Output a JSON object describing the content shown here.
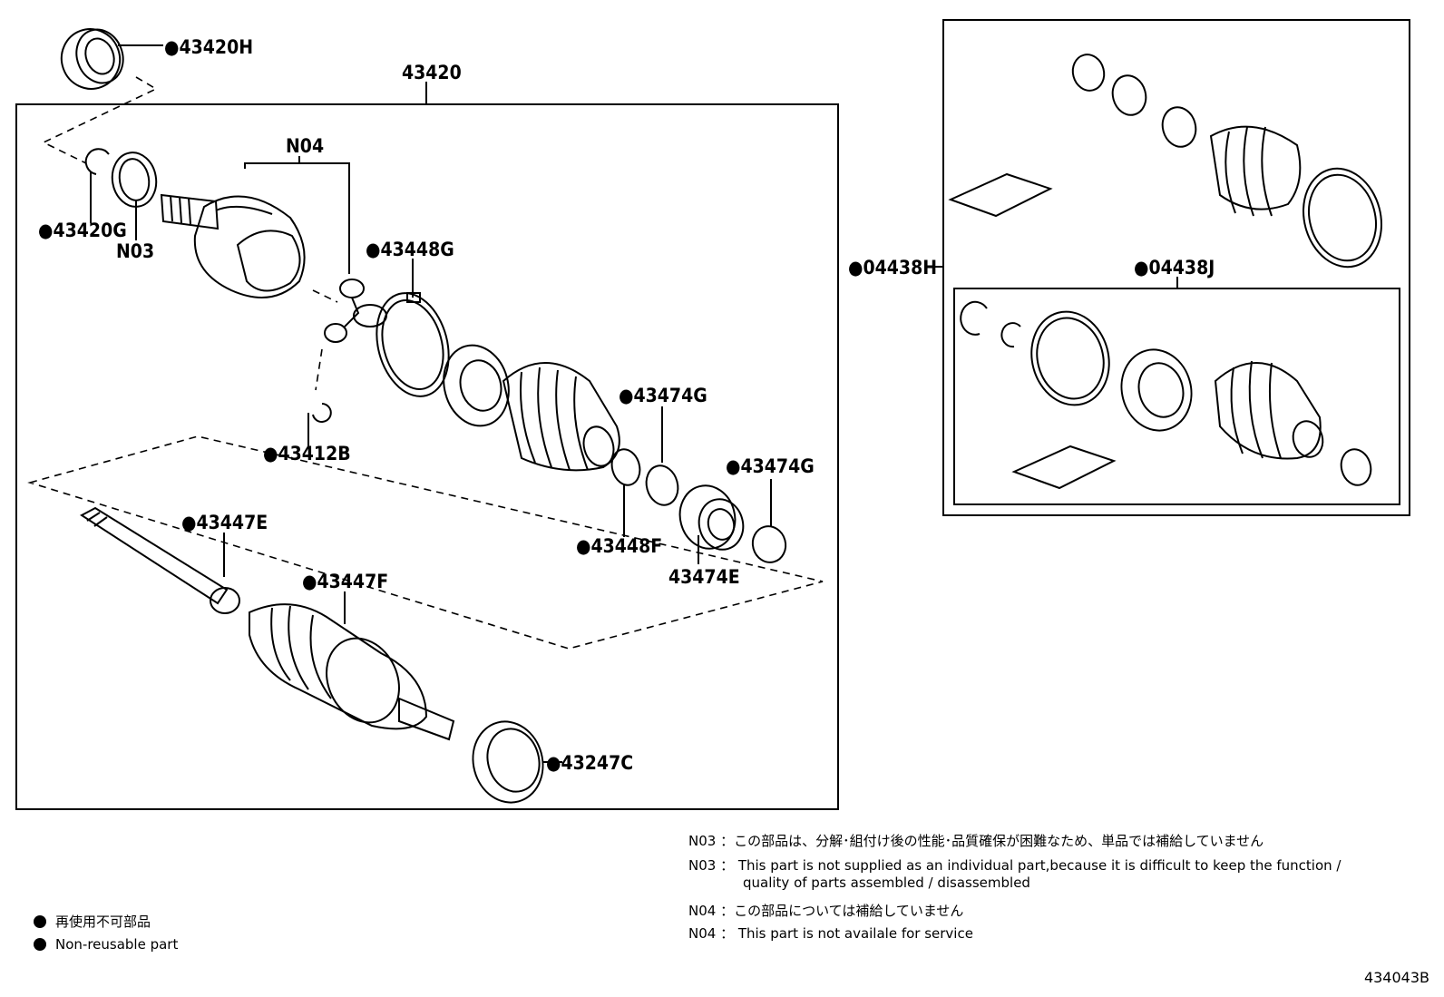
{
  "labels": {
    "l43420H": "●43420H",
    "l43420": "43420",
    "lN04": "N04",
    "l43420G": "●43420G",
    "lN03": "N03",
    "l43448G": "●43448G",
    "l43412B": "●43412B",
    "l43474G_1": "●43474G",
    "l43474G_2": "●43474G",
    "l43448F": "●43448F",
    "l43474E": "43474E",
    "l43447E": "●43447E",
    "l43447F": "●43447F",
    "l43247C": "●43247C",
    "l04438H": "●04438H",
    "l04438J": "●04438J"
  },
  "notes": {
    "n03_jp": "N03 ：この部品は、分解･組付け後の性能･品質確保が困難なため、単品では補給していません",
    "n03_en_1": "N03 ： This part is not supplied as an individual part,because it is difficult to keep the function /",
    "n03_en_2": "quality of parts assembled / disassembled",
    "n04_jp": "N04 ：この部品については補給していません",
    "n04_en": "N04 ： This part is not availale for service"
  },
  "legend": {
    "jp": "再使用不可部品",
    "en": "Non-reusable part"
  },
  "doc_id": "434043B"
}
